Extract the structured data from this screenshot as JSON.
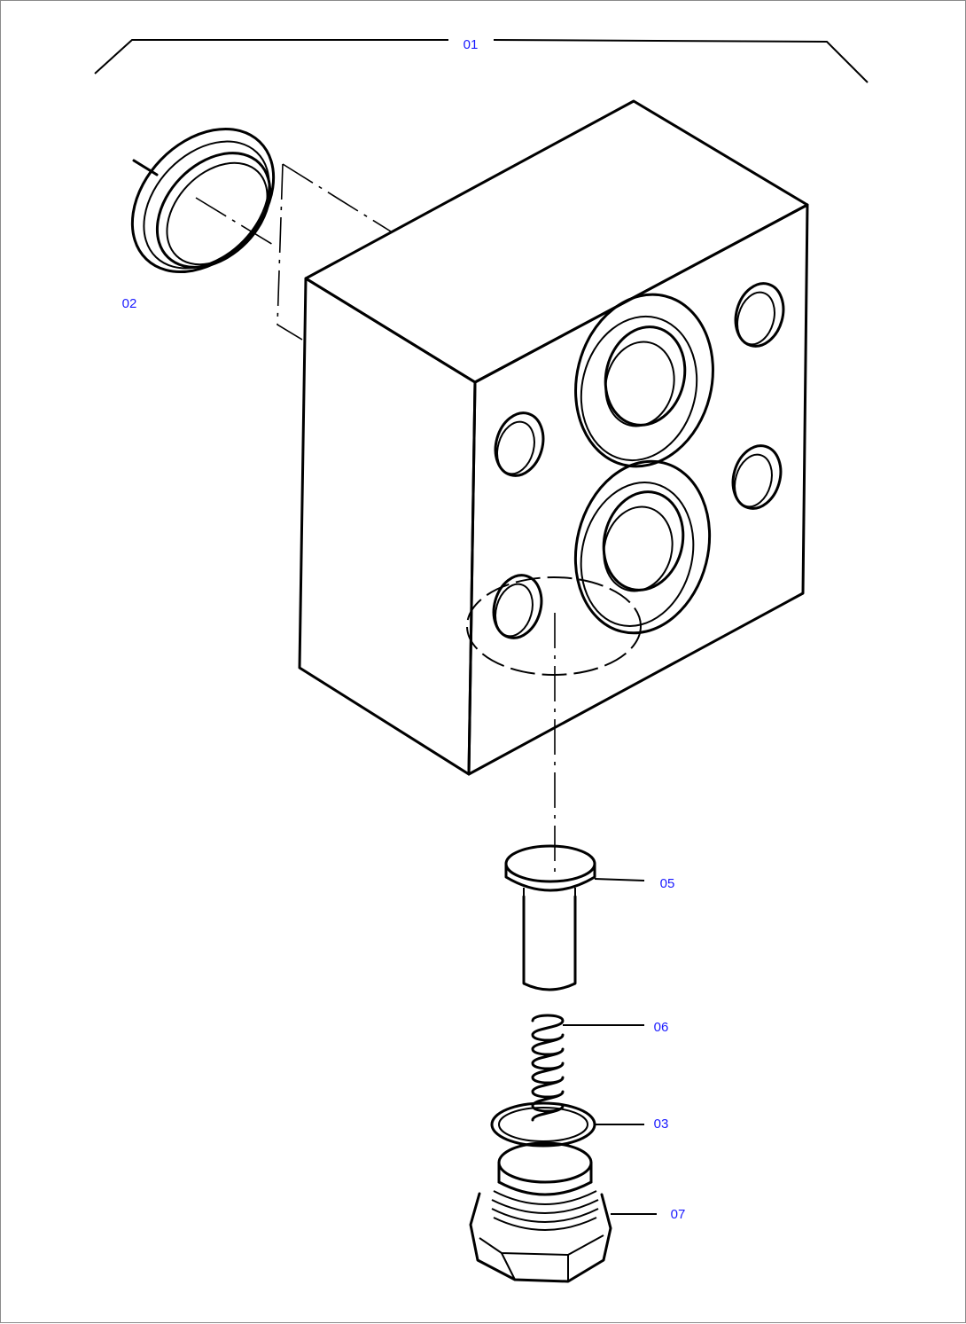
{
  "callouts": [
    {
      "id": "01"
    },
    {
      "id": "02"
    },
    {
      "id": "05"
    },
    {
      "id": "06"
    },
    {
      "id": "03"
    },
    {
      "id": "07"
    }
  ],
  "colors": {
    "label": "#1a1aff",
    "line": "#000000",
    "frame": "#8a8a8a"
  }
}
